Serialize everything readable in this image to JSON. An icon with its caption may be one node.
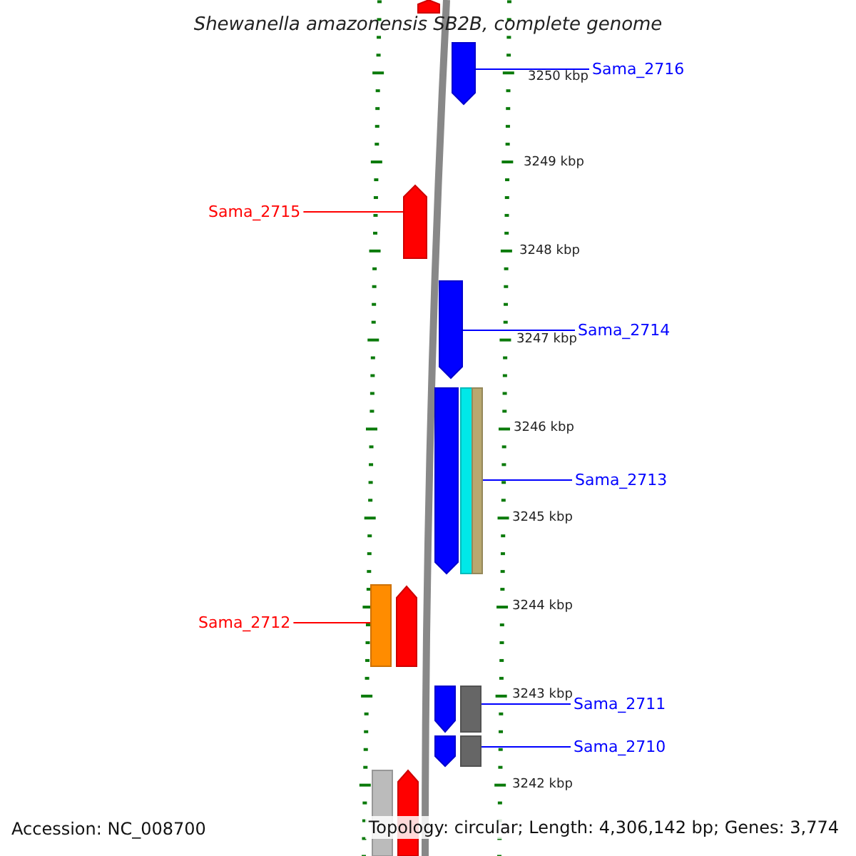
{
  "diagram": {
    "title": "Shewanella amazonensis SB2B, complete genome",
    "nodes": [
      {
        "text": [],
        "shape": "pentagon"
      },
      {
        "text": [],
        "shape": "pentagon"
      },
      {
        "text": [
          "Sama_2716"
        ]
      },
      {
        "text": [
          "Sama_2715"
        ]
      },
      {
        "text": [],
        "shape": "pentagon"
      },
      {
        "text": [],
        "shape": "pentagon"
      },
      {
        "text": [
          "Sama_2714"
        ]
      },
      {
        "text": [],
        "shape": "pentagon"
      },
      {
        "text": [],
        "shape": "bar"
      },
      {
        "text": [],
        "shape": "bar"
      },
      {
        "text": [
          "Sama_2713"
        ]
      },
      {
        "text": [
          "Sama_2712"
        ]
      },
      {
        "text": [],
        "shape": "bar"
      },
      {
        "text": [],
        "shape": "pentagon"
      },
      {
        "text": [],
        "shape": "pentagon"
      },
      {
        "text": [],
        "shape": "bar"
      },
      {
        "text": [
          "Sama_2711"
        ]
      },
      {
        "text": [],
        "shape": "pentagon"
      },
      {
        "text": [],
        "shape": "bar"
      },
      {
        "text": [
          "Sama_2710"
        ]
      },
      {
        "text": [],
        "shape": "bar"
      },
      {
        "text": [],
        "shape": "pentagon"
      }
    ],
    "edges": [
      {
        "from": 2,
        "to": 1,
        "arrow": "none"
      },
      {
        "from": 3,
        "to": 4,
        "arrow": "none",
        "color": "#ff0000"
      },
      {
        "from": 6,
        "to": 5,
        "arrow": "none"
      },
      {
        "from": 10,
        "to": 9,
        "arrow": "none"
      },
      {
        "from": 11,
        "to": 12,
        "arrow": "none",
        "color": "#ff0000"
      },
      {
        "from": 16,
        "to": 15,
        "arrow": "none"
      },
      {
        "from": 19,
        "to": 18,
        "arrow": "none"
      }
    ],
    "labels": [
      "3250 kbp",
      "3249 kbp",
      "3248 kbp",
      "3247 kbp",
      "3246 kbp",
      "3245 kbp",
      "3244 kbp",
      "3243 kbp",
      "3242 kbp",
      "Accession: NC_008700",
      "Topology: circular; Length: 4,306,142 bp; Genes: 3,774"
    ]
  }
}
